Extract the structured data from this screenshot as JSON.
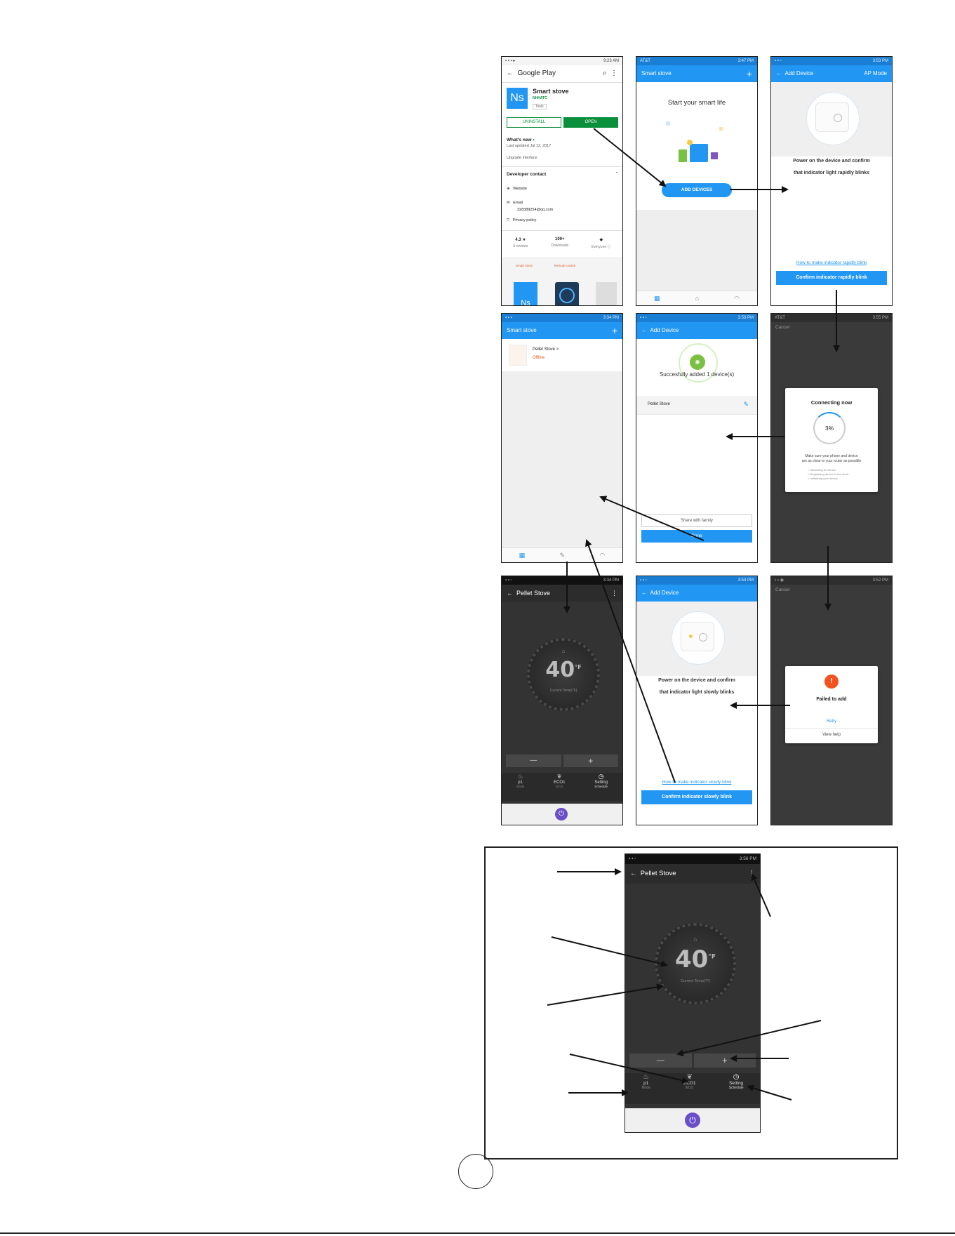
{
  "statusbar": {
    "s1": "9:23 AM",
    "s2": "3:47 PM",
    "s3": "3:53 PM",
    "s4": "3:34 PM",
    "s5": "3:53 PM",
    "s6": "3:55 PM",
    "s7": "3:34 PM",
    "s8": "3:53 PM",
    "s9": "3:52 PM",
    "s10": "3:56 PM",
    "carrier": "AT&T"
  },
  "screen1": {
    "header": "Google Play",
    "app_icon": "Ns",
    "app_name": "Smart stove",
    "developer": "NHHATC",
    "category": "Tools",
    "uninstall": "UNINSTALL",
    "open": "OPEN",
    "whats_new": "What's new",
    "last_updated": "Last updated Jul 12, 2017",
    "update_note": "Upgrade interface",
    "dev_contact": "Developer contact",
    "website": "Website",
    "email_label": "Email",
    "email_value": "328389254@qq.com",
    "privacy": "Privacy policy",
    "rating": "4.3 ★",
    "reviews": "6 reviews",
    "downloads_val": "100+",
    "downloads_label": "Downloads",
    "content_rating": "Everyone ⓘ",
    "thumb1": "Smart stove",
    "thumb2": "Remote control",
    "thumb3": "Ns"
  },
  "screen2": {
    "title": "Smart stove",
    "heading": "Start your smart life",
    "add_devices": "ADD DEVICES"
  },
  "screen3": {
    "title": "Add Device",
    "mode": "AP Mode",
    "line1": "Power on the device and confirm",
    "line2": "that indicator light rapidly blinks",
    "help_link": "How to make indicator rapidly blink",
    "confirm": "Confirm indicator rapidly blink"
  },
  "screen4": {
    "title": "Smart stove",
    "device_name": "Pellet Stove >",
    "device_status": "Offline"
  },
  "screen5": {
    "title": "Add Device",
    "success": "Succesfully added 1 device(s)",
    "device": "Pellet Stove",
    "share": "Share with family",
    "done": "Done"
  },
  "screen6": {
    "cancel": "Cancel",
    "dialog_title": "Connecting now",
    "percent": "3%",
    "hint1": "Make sure your phone and device",
    "hint2": "are as close to your router as possible",
    "step1": "Searching for device",
    "step2": "Registering device to the cloud",
    "step3": "Initializing your device"
  },
  "screen7": {
    "title": "Pellet Stove",
    "temp": "40",
    "unit": "°F",
    "sub": "Current Temp(°F)",
    "minus": "—",
    "plus": "+",
    "mode1": "p1",
    "mode1_sub": "Mode",
    "mode2": "ECO1",
    "mode2_sub": "ECO",
    "mode3": "Setting",
    "mode3_sub": "Schedule"
  },
  "screen8": {
    "title": "Add Device",
    "line1": "Power on the device and confirm",
    "line2": "that indicator light slowly blinks",
    "help_link": "How to make indicator slowly blink",
    "confirm": "Confirm indicator slowly blink"
  },
  "screen9": {
    "cancel": "Cancel",
    "failed": "Failed to add",
    "retry": "Retry",
    "view_help": "View help"
  }
}
